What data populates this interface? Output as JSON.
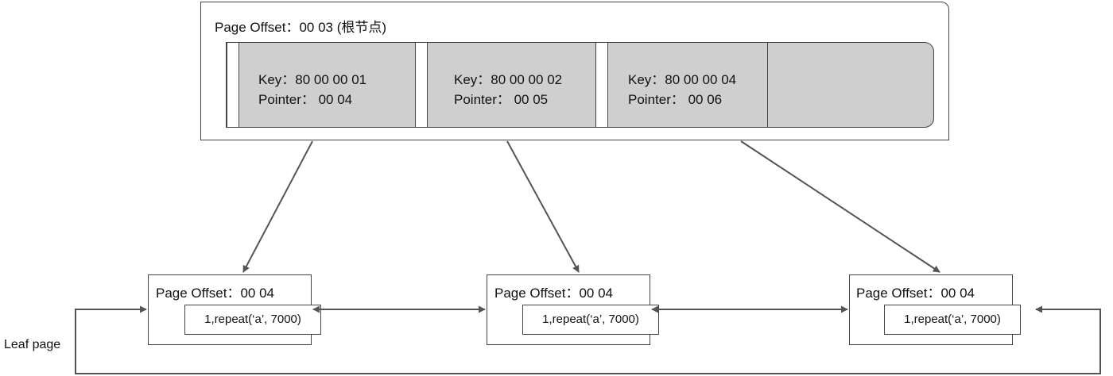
{
  "root": {
    "title": "Page Offset：00 03 (根节点)",
    "records": [
      {
        "key": "Key：80 00 00 01",
        "pointer": "Pointer：  00 04"
      },
      {
        "key": "Key：80 00 00 02",
        "pointer": "Pointer：  00 05"
      },
      {
        "key": "Key：80 00 00 04",
        "pointer": "Pointer：  00 06"
      }
    ]
  },
  "leaves": [
    {
      "title": "Page Offset：00 04",
      "record": "1,repeat(‘a’, 7000)"
    },
    {
      "title": "Page Offset：00 04",
      "record": "1,repeat(‘a’, 7000)"
    },
    {
      "title": "Page Offset：00 04",
      "record": "1,repeat(‘a’, 7000)"
    }
  ],
  "leaf_label": "Leaf page",
  "colors": {
    "line": "#555555",
    "record_fill": "#cfcfcf",
    "border": "#444444"
  }
}
